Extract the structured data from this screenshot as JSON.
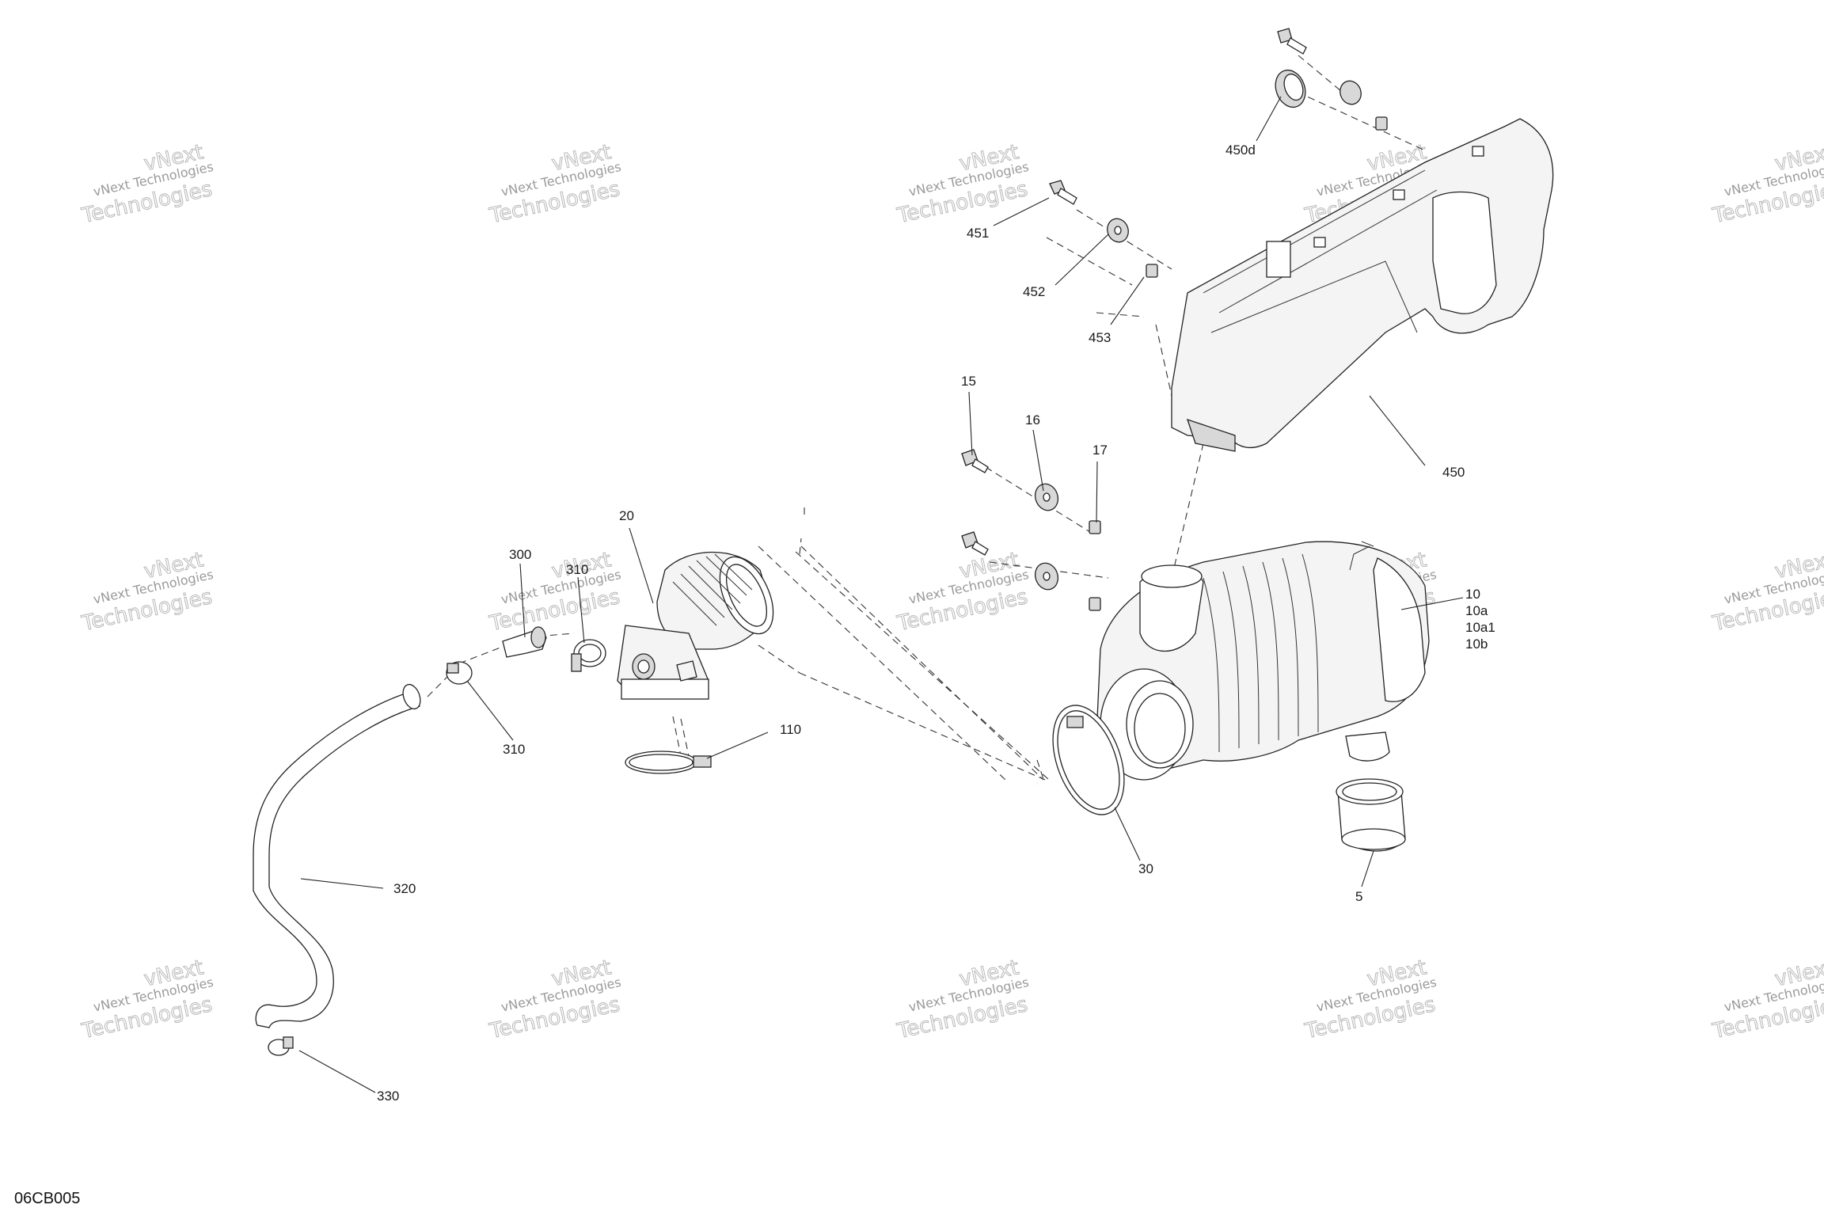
{
  "diagram_code": "06CB005",
  "watermark": {
    "line1": "vNext Technologies",
    "line2": "Technologies",
    "mark": "vNext"
  },
  "callouts": {
    "c20": "20",
    "c300": "300",
    "c310a": "310",
    "c310b": "310",
    "c110": "110",
    "c320": "320",
    "c330": "330",
    "c15": "15",
    "c16": "16",
    "c17": "17",
    "c451": "451",
    "c452": "452",
    "c453": "453",
    "c450d": "450d",
    "c450": "450",
    "c10": "10",
    "c10a": "10a",
    "c10a1": "10a1",
    "c10b": "10b",
    "c30": "30",
    "c5": "5"
  }
}
